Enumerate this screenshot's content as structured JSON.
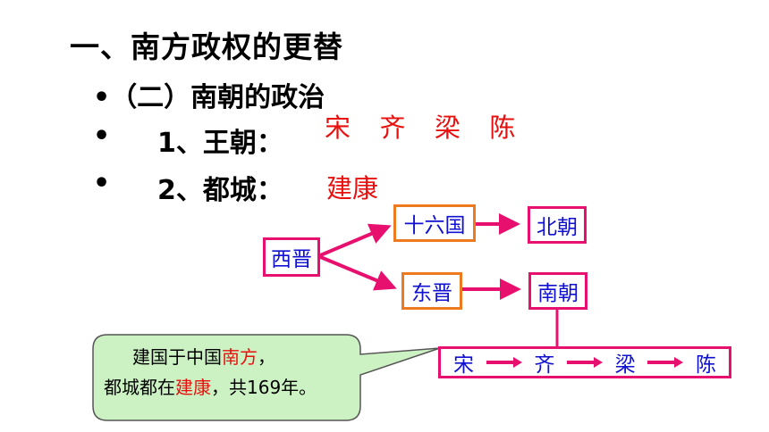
{
  "heading": "一、南方政权的更替",
  "lines": [
    {
      "bullet": "•",
      "text": "（二）南朝的政治"
    },
    {
      "bullet": "•",
      "text": "1、王朝："
    },
    {
      "bullet": "•",
      "text": "2、都城："
    }
  ],
  "dynasties": [
    "宋",
    "齐",
    "梁",
    "陈"
  ],
  "capital": "建康",
  "diagram": {
    "xijin": "西晋",
    "shiliuguo": "十六国",
    "beichao": "北朝",
    "dongjin": "东晋",
    "nanchao": "南朝"
  },
  "callout": {
    "l1a": "建国于中国",
    "l1b": "南方",
    "l1c": "，",
    "l2a": "都城都在",
    "l2b": "建康",
    "l2c": "，共169年。"
  },
  "colors": {
    "red": "#e8100e",
    "pink": "#e8106e",
    "orange": "#ee7a1f",
    "blue": "#1010d0",
    "callout_bg": "#ccf2c4"
  }
}
